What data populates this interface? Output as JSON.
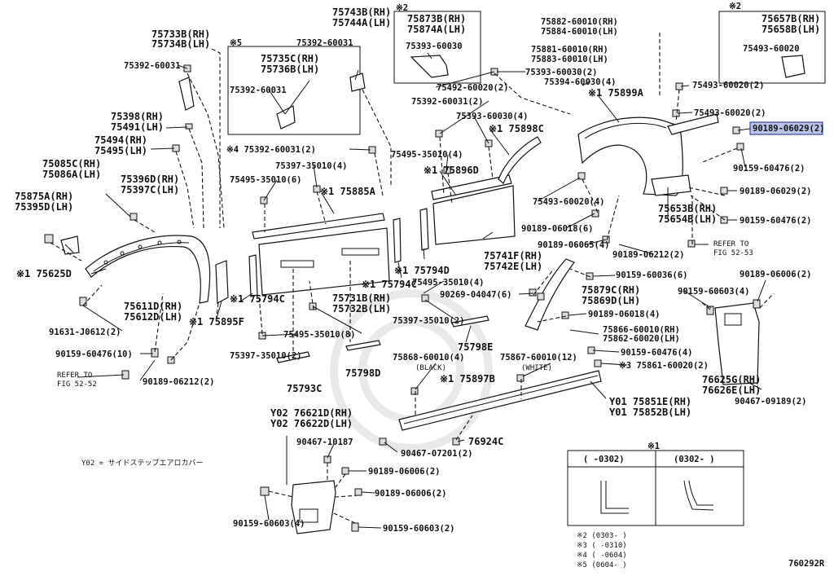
{
  "labels": {
    "p75733b": "75733B(RH)",
    "p75734b": "75734B(LH)",
    "p75392a": "75392-60031",
    "p75398": "75398(RH)",
    "p75491": "75491(LH)",
    "p75494": "75494(RH)",
    "p75495": "75495(LH)",
    "p75085c": "75085C(RH)",
    "p75086a": "75086A(LH)",
    "p75875a": "75875A(RH)",
    "p75395d": "75395D(LH)",
    "p75396d": "75396D(RH)",
    "p75397c": "75397C(LH)",
    "p75625d": "※1 75625D",
    "p75611d": "75611D(RH)",
    "p75612d": "75612D(LH)",
    "p75895f": "※1 75895F",
    "p91631": "91631-J0612(2)",
    "p90159a": "90159-60476(10)",
    "refer1a": "REFER TO",
    "refer1b": "FIG 52-52",
    "p90189a": "90189-06212(2)",
    "note5": "※5",
    "p75735c": "75735C(RH)",
    "p75736b": "75736B(LH)",
    "p75392b": "75392-60031",
    "p75392c": "75392-60031",
    "p75743b": "75743B(RH)",
    "p75744a": "75744A(LH)",
    "p75392d": "※4 75392-60031(2)",
    "p75397a": "75397-35010(4)",
    "p75495a": "75495-35010(6)",
    "p75885a": "※1 75885A",
    "p75794c1": "※1 75794C",
    "p75794c2": "※1 75794C",
    "p75731b": "75731B(RH)",
    "p75732b": "75732B(LH)",
    "p75495b": "75495-35010(8)",
    "p75397b": "75397-35010(2)",
    "p75793c": "75793C",
    "p75798d": "75798D",
    "note2a": "※2",
    "p75873b": "75873B(RH)",
    "p75874a": "75874A(LH)",
    "p75393a": "75393-60030",
    "p75492": "75492-60020(2)",
    "p75392e": "75392-60031(2)",
    "p75393b": "75393-60030(4)",
    "p75898c": "※1 75898C",
    "p75495c": "75495-35010(4)",
    "p75896d": "※1 75896D",
    "p75794d": "※1 75794D",
    "p75495d": "75495-35010(4)",
    "p90269": "90269-04047(6)",
    "p75397d": "75397-35010(2)",
    "p75798e": "75798E",
    "p75741f": "75741F(RH)",
    "p75742e": "75742E(LH)",
    "p75868": "75868-60010(4)",
    "black": "(BLACK)",
    "p75867": "75867-60010(12)",
    "white": "(WHITE)",
    "p75897b": "※1 75897B",
    "p75851e": "Y01 75851E(RH)",
    "p75852b": "Y01 75852B(LH)",
    "p76924c": "76924C",
    "p90467a": "90467-07201(2)",
    "p75882": "75882-60010(RH)",
    "p75884": "75884-60010(LH)",
    "p75881": "75881-60010(RH)",
    "p75883": "75883-60010(LH)",
    "p75393c": "75393-60030(2)",
    "p75394": "75394-60030(4)",
    "p75899a": "※1 75899A",
    "p75493a": "75493-60020(4)",
    "p90189b": "90189-06018(6)",
    "p90189c": "90189-06065(4)",
    "p90189d": "90189-06212(2)",
    "p75653b": "75653B(RH)",
    "p75654b": "75654B(LH)",
    "refer2a": "REFER TO",
    "refer2b": "FIG 52-53",
    "note2b": "※2",
    "p75657b": "75657B(RH)",
    "p75658b": "75658B(LH)",
    "p75493b": "75493-60020",
    "p75493c": "75493-60020(2)",
    "p75493d": "75493-60020(2)",
    "p90189e": "90189-06029(2)",
    "p90159b": "90159-60476(2)",
    "p90189f": "90189-06029(2)",
    "p90159c": "90159-60476(2)",
    "p90159d": "90159-60036(6)",
    "p75879c": "75879C(RH)",
    "p75869d": "75869D(LH)",
    "p90189g": "90189-06018(4)",
    "p75866": "75866-60010(RH)",
    "p75862": "75862-60020(LH)",
    "p90159e": "90159-60476(4)",
    "p75861": "※3 75861-60020(2)",
    "p90189h": "90189-06006(2)",
    "p90159f": "90159-60603(4)",
    "p76625g": "76625G(RH)",
    "p76626e": "76626E(LH)",
    "p90467b": "90467-09189(2)",
    "p76621d": "Y02 76621D(RH)",
    "p76622d": "Y02 76622D(LH)",
    "p90467c": "90467-10187",
    "p90189i": "90189-06006(2)",
    "p90189j": "90189-06006(2)",
    "p90159g": "90159-60603(4)",
    "p90159h": "90159-60603(2)",
    "y02note": "Y02 = サイドステップエアロカバー"
  },
  "legend": {
    "title": "※1",
    "col1": "(    -0302)",
    "col2": "(0302-    )",
    "n2": "※2 (0303-      )",
    "n3": "※3 (      -0310)",
    "n4": "※4 (      -0604)",
    "n5": "※5 (0604-      )"
  },
  "figure_id": "760292R",
  "highlight_color": "#b9c3e8"
}
